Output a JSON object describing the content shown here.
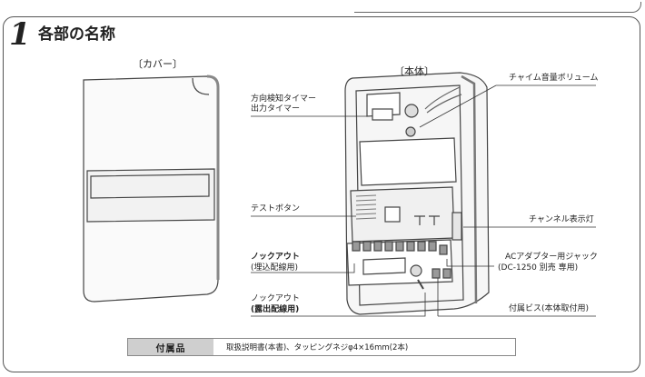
{
  "section": {
    "number": "1",
    "title": "各部の名称"
  },
  "cover_label": "〔カバー〕",
  "body_label": "〔本体〕",
  "labels": {
    "timer_line1": "方向検知タイマー",
    "timer_line2": "出力タイマー",
    "chime_volume": "チャイム音量ボリューム",
    "test_button": "テストボタン",
    "channel_lamp": "チャンネル表示灯",
    "knockout1_line1": "ノックアウト",
    "knockout1_line2": "(埋込配線用)",
    "ac_jack_line1": "ACアダプター用ジャック",
    "ac_jack_line2": "(DC-1250 別売 専用)",
    "knockout2_line1": "ノックアウト",
    "knockout2_line2": "(露出配線用)",
    "screws": "付属ビス(本体取付用)"
  },
  "accessories": {
    "header": "付属品",
    "text": "取扱説明書(本書)、タッピングネジφ4×16mm(2本)"
  }
}
